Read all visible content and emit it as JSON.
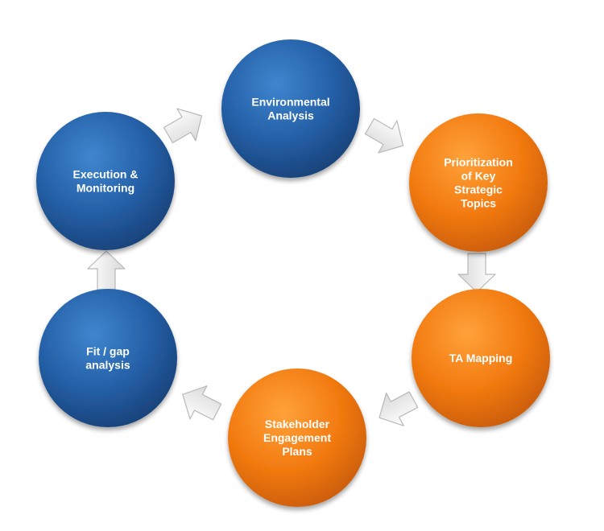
{
  "diagram": {
    "type": "cycle",
    "colors": {
      "blue": "#2563a8",
      "orange": "#f07c12",
      "arrow": "#f2f2f2"
    },
    "nodes": [
      {
        "id": "environmental-analysis",
        "lines": [
          "Environmental",
          "Analysis"
        ],
        "color": "blue"
      },
      {
        "id": "prioritization",
        "lines": [
          "Prioritization",
          "of Key",
          "Strategic",
          "Topics"
        ],
        "color": "orange"
      },
      {
        "id": "ta-mapping",
        "lines": [
          "TA Mapping"
        ],
        "color": "orange"
      },
      {
        "id": "stakeholder-engagement",
        "lines": [
          "Stakeholder",
          "Engagement",
          "Plans"
        ],
        "color": "orange"
      },
      {
        "id": "fit-gap",
        "lines": [
          "Fit / gap",
          "analysis"
        ],
        "color": "blue"
      },
      {
        "id": "execution-monitoring",
        "lines": [
          "Execution &",
          "Monitoring"
        ],
        "color": "blue"
      }
    ],
    "arrows": [
      {
        "from": "environmental-analysis",
        "to": "prioritization"
      },
      {
        "from": "prioritization",
        "to": "ta-mapping"
      },
      {
        "from": "ta-mapping",
        "to": "stakeholder-engagement"
      },
      {
        "from": "stakeholder-engagement",
        "to": "fit-gap"
      },
      {
        "from": "fit-gap",
        "to": "execution-monitoring"
      },
      {
        "from": "execution-monitoring",
        "to": "environmental-analysis"
      }
    ]
  }
}
